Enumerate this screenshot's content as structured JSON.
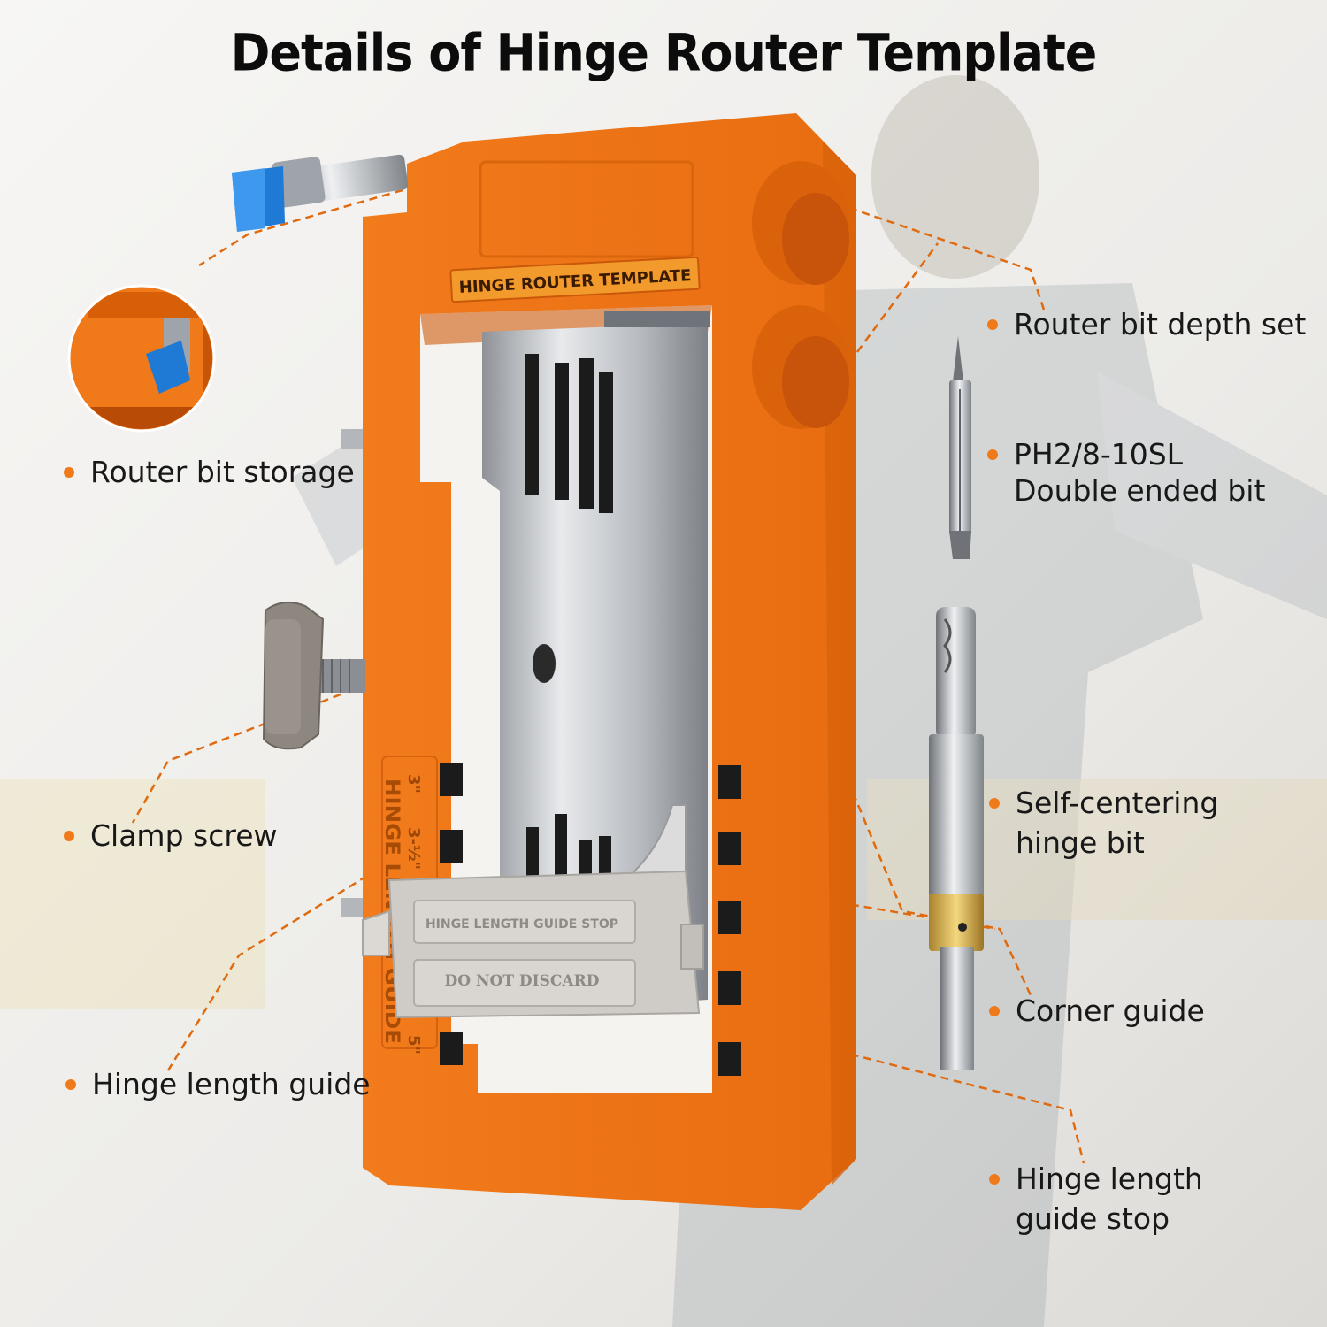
{
  "title": "Details of Hinge Router Template",
  "colors": {
    "accent": "#f07a1a",
    "leader": "#e06a10",
    "steel": "#bfc3c8",
    "guide_gray": "#c9c7c4"
  },
  "product": {
    "name_plate": "HINGE ROUTER TEMPLATE",
    "stop_text_1": "HINGE LENGTH GUIDE STOP",
    "stop_text_2": "DO NOT DISCARD",
    "side_text": "HINGE LENGTH GUIDE",
    "size_top": "3\"",
    "size_mid": "3-½\"",
    "size_bottom": "5\""
  },
  "callouts": [
    {
      "id": "router-bit-storage",
      "lines": [
        "Router bit storage"
      ]
    },
    {
      "id": "clamp-screw",
      "lines": [
        "Clamp screw"
      ]
    },
    {
      "id": "hinge-length-guide",
      "lines": [
        "Hinge length guide"
      ]
    },
    {
      "id": "router-bit-depth-set",
      "lines": [
        "Router bit depth set"
      ]
    },
    {
      "id": "double-ended-bit",
      "lines": [
        "PH2/8-10SL",
        "Double ended bit"
      ]
    },
    {
      "id": "self-centering-bit",
      "lines": [
        "Self-centering",
        "hinge bit"
      ]
    },
    {
      "id": "corner-guide",
      "lines": [
        "Corner guide"
      ]
    },
    {
      "id": "guide-stop",
      "lines": [
        "Hinge length",
        "guide stop"
      ]
    }
  ]
}
